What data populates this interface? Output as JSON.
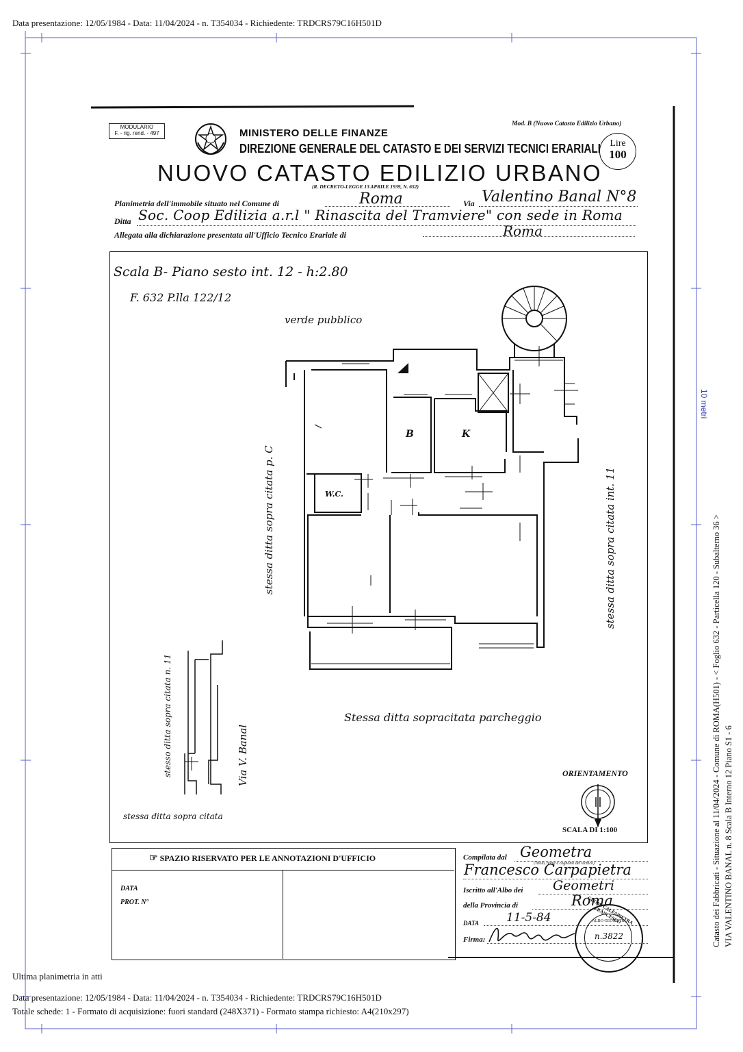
{
  "header_line": "Data presentazione: 12/05/1984 - Data: 11/04/2024 - n. T354034 - Richiedente: TRDCRS79C16H501D",
  "form": {
    "modulario": "MODULARIO",
    "modulario_code": "F. - rig. rend. - 497",
    "mod_b": "Mod. B (Nuovo Catasto Edilizio Urbano)",
    "ministry": "MINISTERO DELLE FINANZE",
    "direction": "DIREZIONE GENERALE DEL CATASTO E DEI SERVIZI TECNICI ERARIALI",
    "title": "NUOVO CATASTO EDILIZIO URBANO",
    "decree": "(R. DECRETO-LEGGE 13 APRILE 1939, N. 652)",
    "stamp_lire": "Lire",
    "stamp_value": "100",
    "planimetria_label": "Planimetria dell'immobile situato nel Comune di",
    "comune_value": "Roma",
    "via_label": "Via",
    "via_value": "Valentino Banal N°8",
    "ditta_label": "Ditta",
    "ditta_value": "Soc. Coop Edilizia a.r.l \" Rinascita del Tramviere\" con sede in Roma",
    "allegata_label": "Allegata alla dichiarazione presentata all'Ufficio Tecnico Erariale di",
    "ufficio_value": "Roma"
  },
  "plan": {
    "scale_note": "Scala B- Piano sesto int. 12 - h:2.80",
    "foglio_note": "F. 632 P.lla 122/12",
    "verde": "verde pubblico",
    "room_b": "B",
    "room_k": "K",
    "room_wc": "W.C.",
    "left_side": "stessa ditta sopra citata p. C",
    "right_side": "stessa ditta sopra citata int. 11",
    "bottom_note": "Stessa ditta sopracitata parcheggio",
    "inset_side": "stesso ditta sopra citata n. 11",
    "inset_street": "Via V. Banal",
    "inset_bottom": "stessa ditta sopra citata",
    "orientamento": "ORIENTAMENTO",
    "scala": "SCALA DI 1:100"
  },
  "office": {
    "title": "SPAZIO RISERVATO PER LE ANNOTAZIONI D'UFFICIO",
    "data_label": "DATA",
    "prot_label": "PROT. N°",
    "compilata_label": "Compilata dal",
    "compilata_value": "Geometra",
    "titolo_hint": "(Titolo, nome e cognome del tecnico)",
    "tecnico_name": "Francesco Carpapietra",
    "iscritto_label": "Iscritto all'Albo dei",
    "iscritto_value": "Geometri",
    "provincia_label": "della Provincia di",
    "provincia_value": "Roma",
    "data_label2": "DATA",
    "data_value": "11-5-84",
    "firma_label": "Firma:",
    "stamp_text": "GEOM. CALFAPIETRA FRANCESCO",
    "stamp_albo": "ALBO GEOMETRI",
    "stamp_n": "n.3822"
  },
  "side": {
    "scale_bar": "10 metri",
    "info_line1": "Catasto dei Fabbricati - Situazione al 11/04/2024 - Comune di ROMA(H501) - < Foglio 632 - Particella 120 - Subalterno 36 >",
    "info_line2": "VIA VALENTINO BANAL n. 8 Scala B Interno 12 Piano S1 - 6"
  },
  "footer": {
    "ultima": "Ultima planimetria in atti",
    "line1": "Data presentazione: 12/05/1984 - Data: 11/04/2024 - n. T354034 - Richiedente: TRDCRS79C16H501D",
    "line2": "Totale schede: 1 - Formato di acquisizione: fuori standard (248X371) - Formato stampa richiesto: A4(210x297)"
  }
}
